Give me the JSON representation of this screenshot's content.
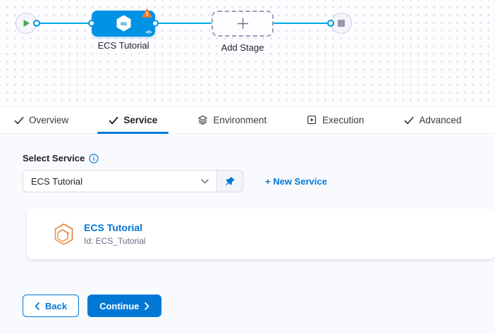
{
  "pipeline": {
    "stage_label": "ECS Tutorial",
    "add_stage_label": "Add Stage"
  },
  "tabs": [
    {
      "label": "Overview"
    },
    {
      "label": "Service"
    },
    {
      "label": "Environment"
    },
    {
      "label": "Execution"
    },
    {
      "label": "Advanced"
    }
  ],
  "service_panel": {
    "select_label": "Select Service",
    "selected_service": "ECS Tutorial",
    "new_service_link": "+ New Service",
    "service_card": {
      "title": "ECS Tutorial",
      "id_text": "Id: ECS_Tutorial"
    }
  },
  "footer": {
    "back": "Back",
    "continue": "Continue"
  },
  "icons": {
    "infinity": "∞",
    "code": "</>"
  },
  "colors": {
    "primary_blue": "#0278d5",
    "stage_node_blue": "#0092e4",
    "connector_cyan": "#00ade4",
    "warning_orange": "#ef7b2d",
    "play_green": "#4ca54c",
    "muted_grey": "#6b6d85"
  }
}
